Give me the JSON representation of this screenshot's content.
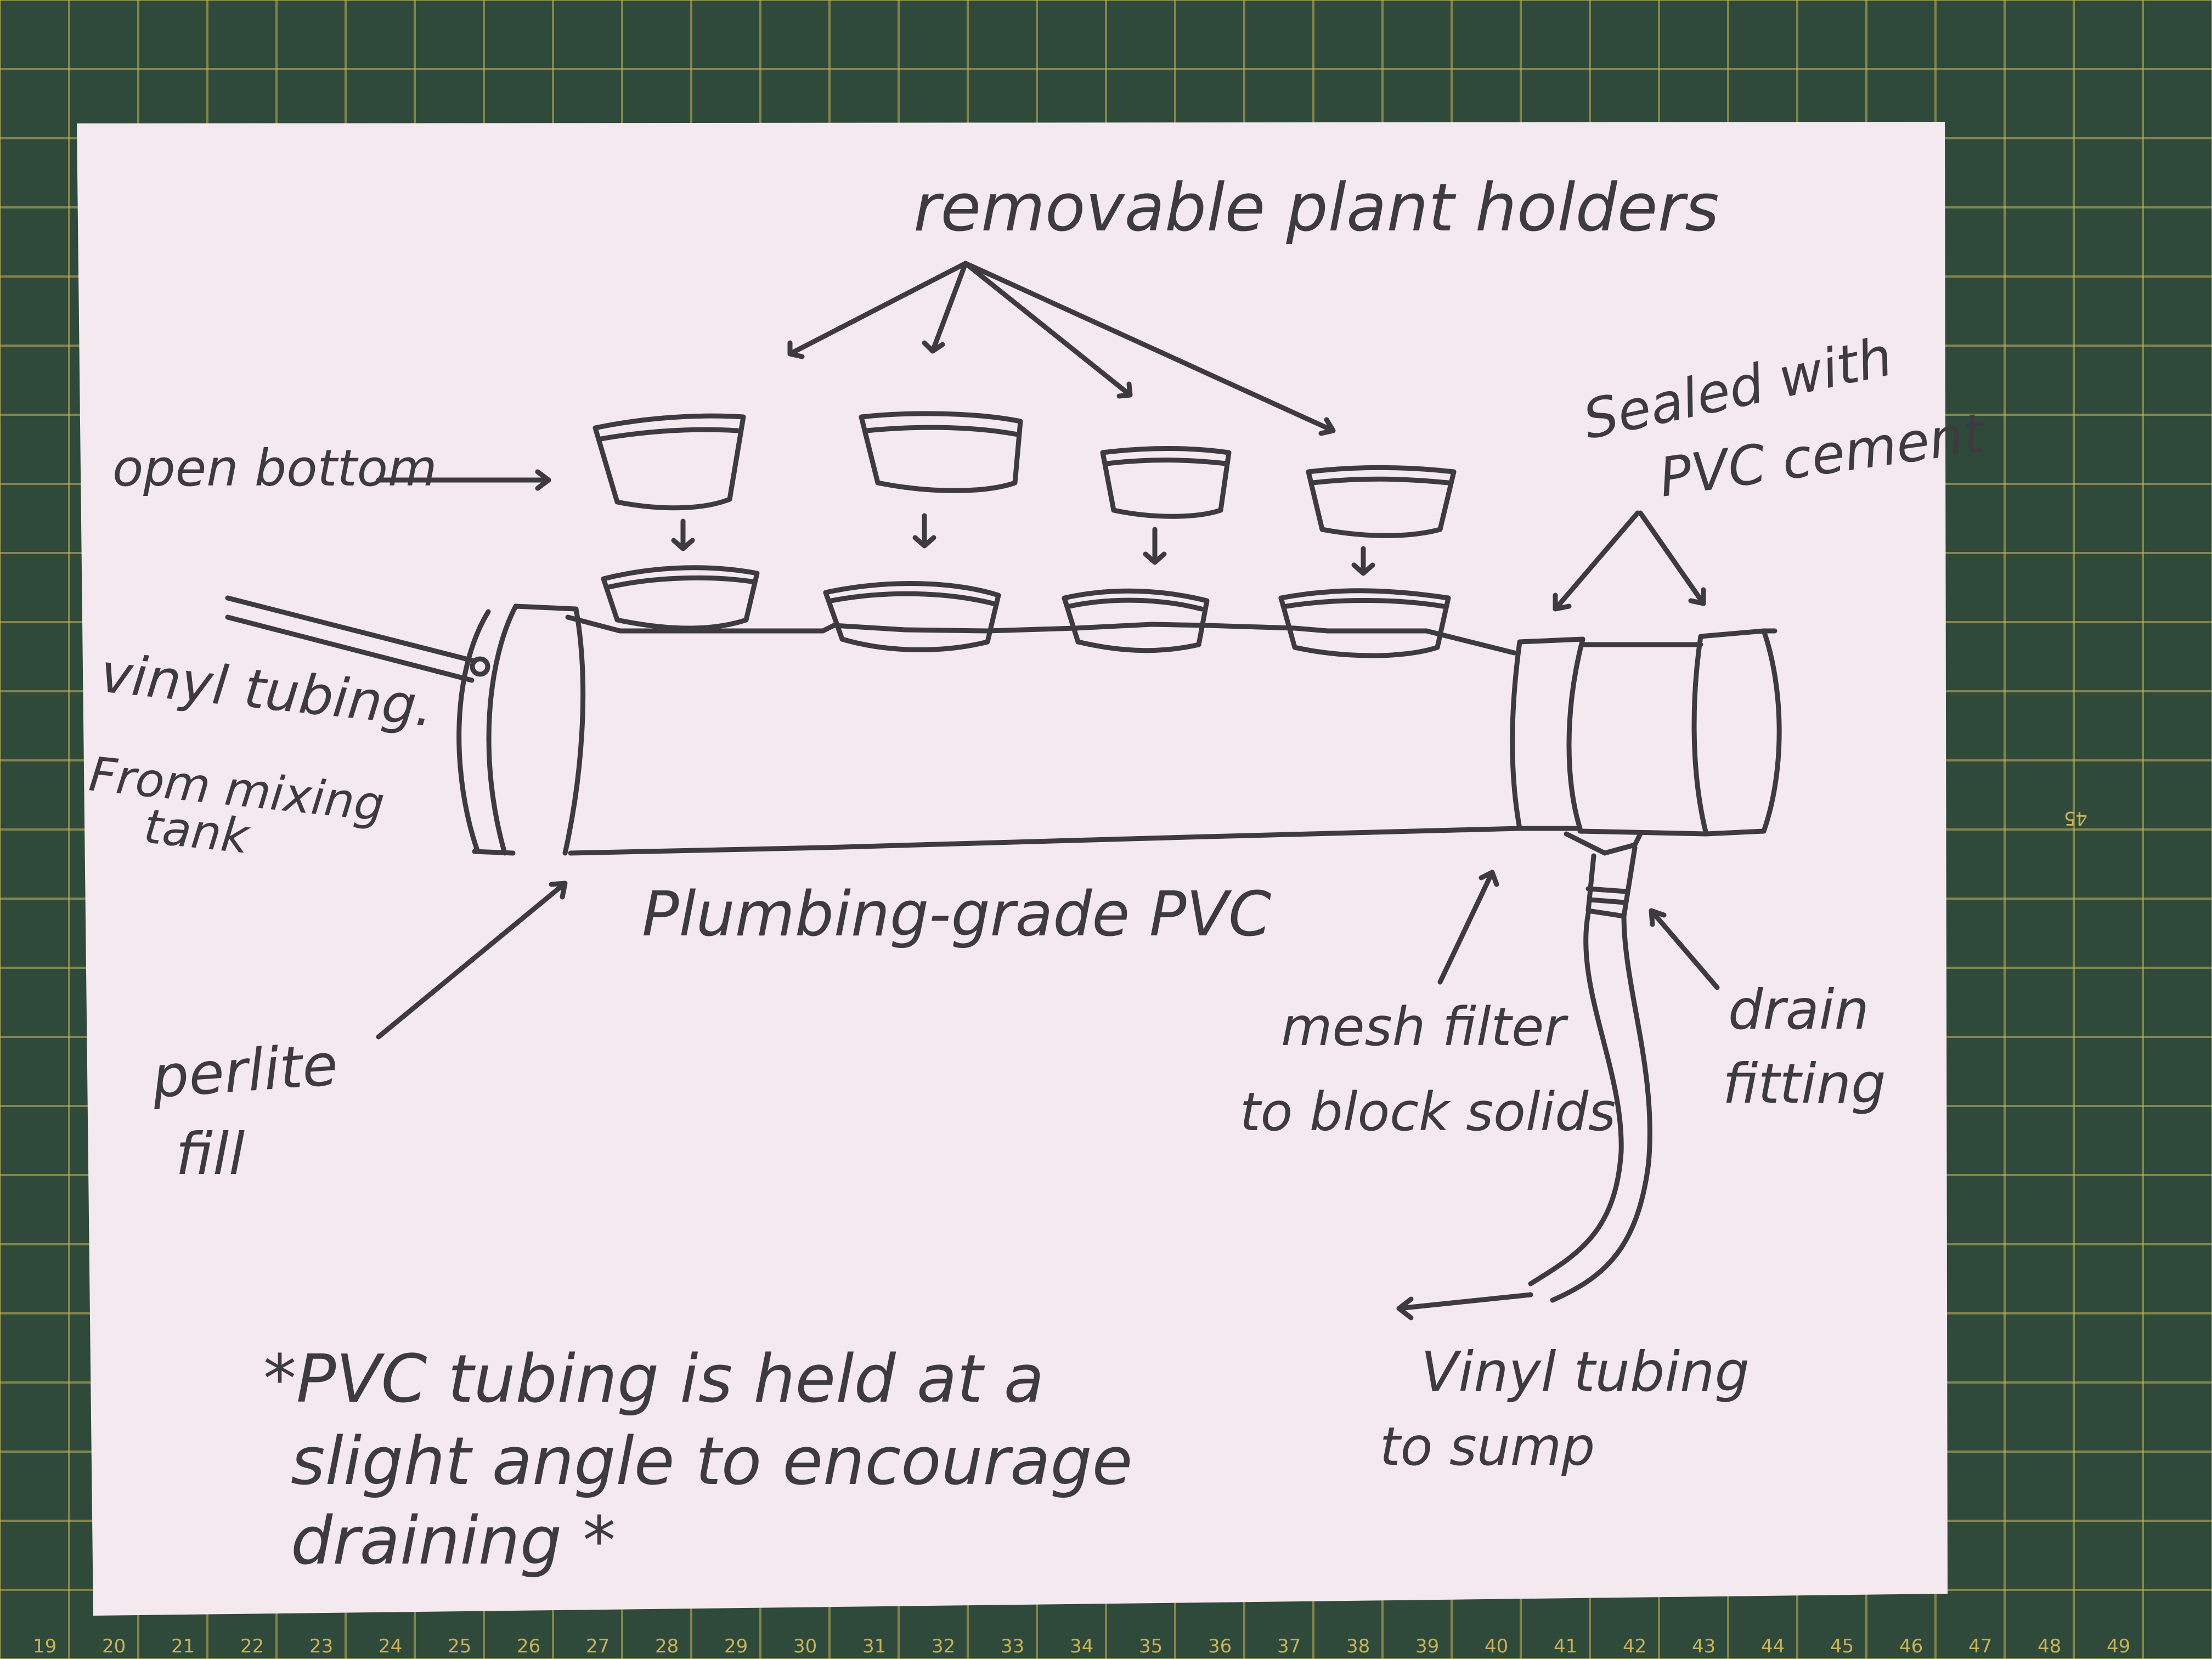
{
  "sketch": {
    "title_label": "removable plant holders",
    "open_bottom_label": "open bottom",
    "sealed_label_line1": "Sealed with",
    "sealed_label_line2": "PVC cement",
    "inlet_label_line1": "vinyl tubing.",
    "inlet_label_line2": "From mixing",
    "inlet_label_line3": "tank",
    "pipe_label": "Plumbing-grade PVC",
    "perlite_label_line1": "perlite",
    "perlite_label_line2": "fill",
    "filter_label_line1": "mesh filter",
    "filter_label_line2": "to block solids",
    "drain_label_line1": "drain",
    "drain_label_line2": "fitting",
    "outlet_label_line1": "Vinyl tubing",
    "outlet_label_line2": "to sump",
    "note_line1": "*PVC tubing is held at a",
    "note_line2": "slight angle to encourage",
    "note_line3": "draining *"
  },
  "cutting_mat": {
    "bottom_numbers": [
      "19",
      "20",
      "21",
      "22",
      "23",
      "24",
      "25",
      "26",
      "27",
      "28",
      "29",
      "30",
      "31",
      "32",
      "33",
      "34",
      "35",
      "36",
      "37",
      "38",
      "39",
      "40",
      "41",
      "42",
      "43",
      "44",
      "45",
      "46",
      "47",
      "48",
      "49"
    ],
    "side_marker": "45"
  },
  "colors": {
    "mat": "#2f4a3a",
    "grid": "#c9b25a",
    "paper": "#f3e9ee",
    "ink": "#3d3a40"
  }
}
